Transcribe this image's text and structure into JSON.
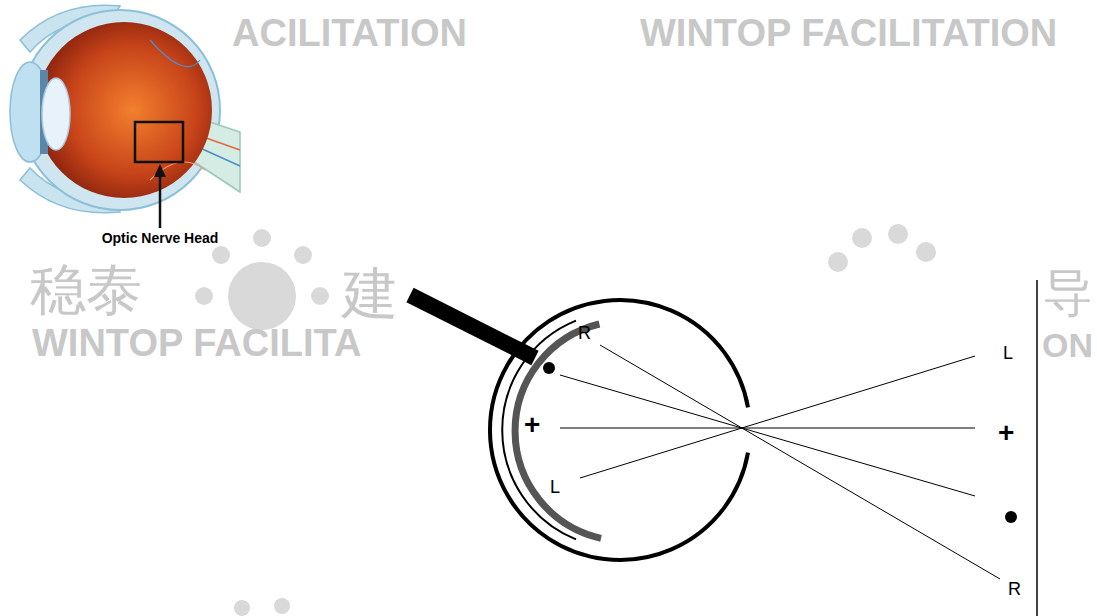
{
  "diagram": {
    "labels": [
      "ACILITATION",
      "WINTOP FACILITATION",
      "Optic Nerve Head",
      "稳泰",
      "建",
      "导",
      "WINTOP FACILITA",
      "ON",
      "R",
      "+",
      "L",
      "L",
      "+",
      "R"
    ]
  }
}
